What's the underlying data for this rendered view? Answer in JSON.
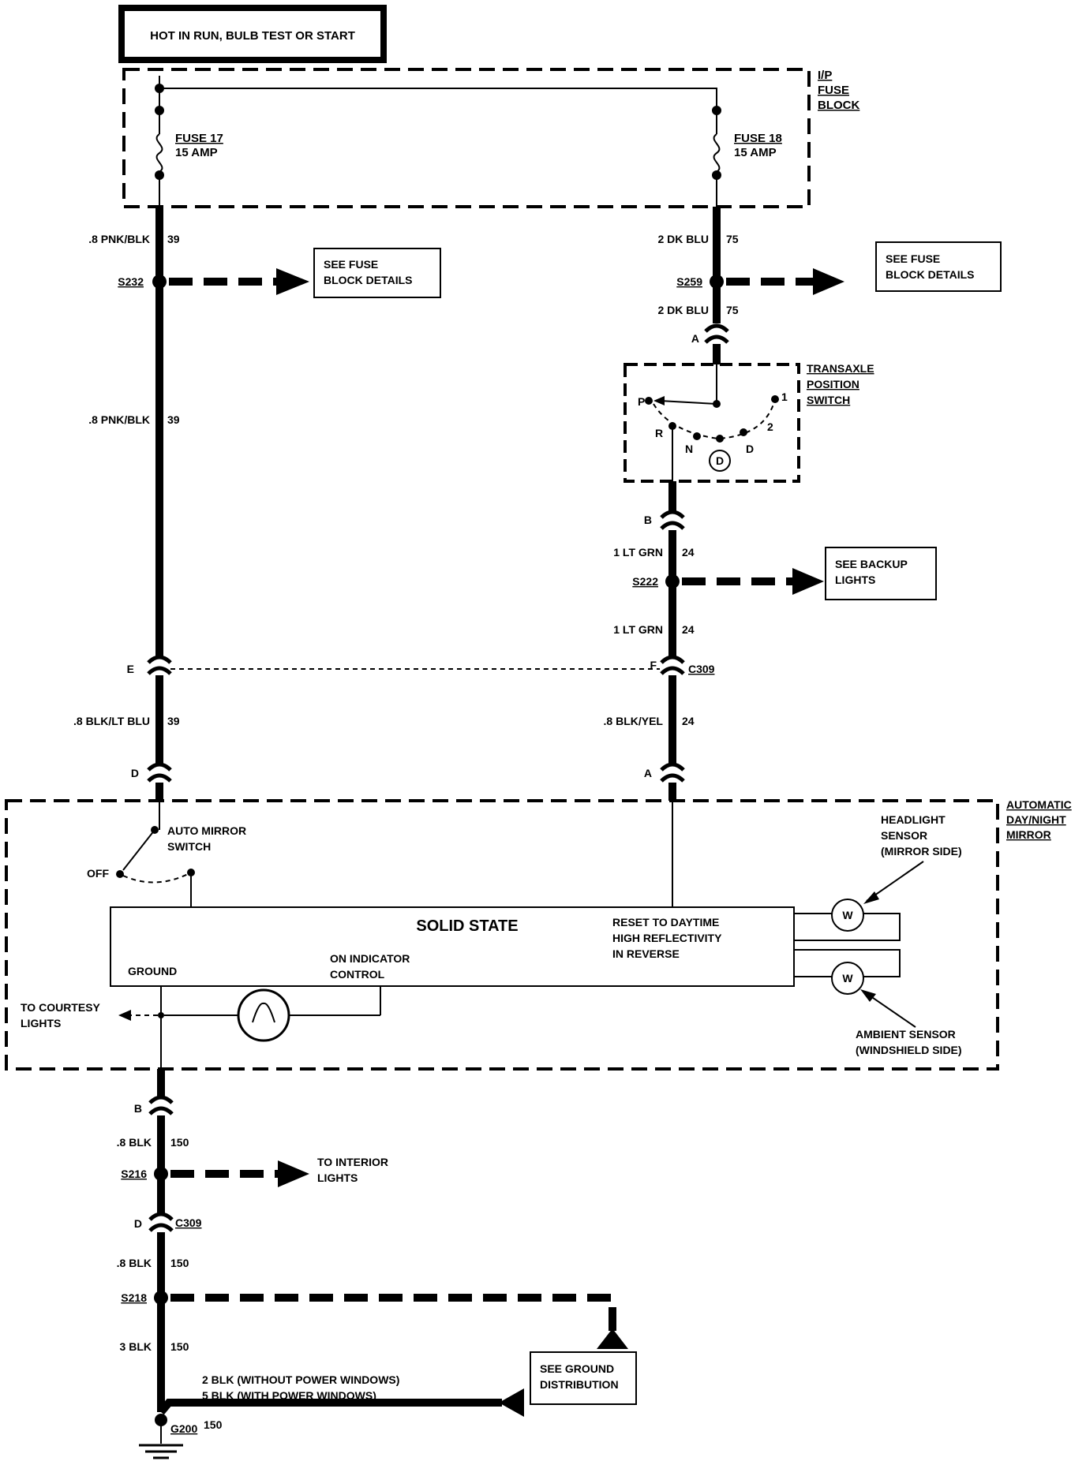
{
  "header": {
    "title": "HOT IN RUN, BULB TEST OR START"
  },
  "fuse_block": {
    "label": [
      "I/P",
      "FUSE",
      "BLOCK"
    ]
  },
  "fuses": [
    {
      "name": "FUSE 17",
      "rating": "15 AMP"
    },
    {
      "name": "FUSE 18",
      "rating": "15 AMP"
    }
  ],
  "left_circuit": {
    "w1": ".8 PNK/BLK",
    "c1": "39",
    "splice": "S232",
    "w2": ".8 PNK/BLK",
    "c2": "39",
    "pinE": "E",
    "w3": ".8 BLK/LT BLU",
    "c3": "39",
    "pinD": "D"
  },
  "right_circuit": {
    "w1": "2 DK BLU",
    "c1": "75",
    "splice": "S259",
    "w2": "2 DK BLU",
    "c2": "75",
    "pinA": "A",
    "pinB": "B",
    "w3": "1 LT GRN",
    "c3": "24",
    "splice2": "S222",
    "w4": "1 LT GRN",
    "c4": "24",
    "pinF": "F",
    "connector": "C309",
    "w5": ".8 BLK/YEL",
    "c5": "24",
    "pinA2": "A"
  },
  "refs": {
    "fuse_left": [
      "SEE FUSE",
      "BLOCK DETAILS"
    ],
    "fuse_right": [
      "SEE FUSE",
      "BLOCK DETAILS"
    ],
    "backup": [
      "SEE BACKUP",
      "LIGHTS"
    ],
    "interior": [
      "TO INTERIOR",
      "LIGHTS"
    ],
    "ground": [
      "SEE GROUND",
      "DISTRIBUTION"
    ]
  },
  "transaxle": {
    "label": [
      "TRANSAXLE",
      "POSITION",
      "SWITCH"
    ],
    "positions": {
      "p": "P",
      "r": "R",
      "n": "N",
      "d": "D",
      "d_circle": "D",
      "one": "1",
      "two": "2"
    }
  },
  "mirror": {
    "label": [
      "AUTOMATIC",
      "DAY/NIGHT",
      "MIRROR"
    ],
    "switch_label": [
      "AUTO MIRROR",
      "SWITCH"
    ],
    "off": "OFF",
    "solid_state": "SOLID STATE",
    "reset": [
      "RESET TO DAYTIME",
      "HIGH REFLECTIVITY",
      "IN REVERSE"
    ],
    "ground": "GROUND",
    "indicator": [
      "ON INDICATOR",
      "CONTROL"
    ],
    "courtesy": [
      "TO COURTESY",
      "LIGHTS"
    ],
    "headlight_sensor": [
      "HEADLIGHT",
      "SENSOR",
      "(MIRROR SIDE)"
    ],
    "ambient_sensor": [
      "AMBIENT SENSOR",
      "(WINDSHIELD SIDE)"
    ]
  },
  "ground_circuit": {
    "pinB": "B",
    "w1": ".8 BLK",
    "c1": "150",
    "splice1": "S216",
    "pinD": "D",
    "connector": "C309",
    "w2": ".8 BLK",
    "c2": "150",
    "splice2": "S218",
    "w3": "3 BLK",
    "c3": "150",
    "note1": "2 BLK  (WITHOUT POWER WINDOWS)",
    "note2": "5 BLK  (WITH POWER WINDOWS)",
    "ground": "G200",
    "c4": "150"
  }
}
